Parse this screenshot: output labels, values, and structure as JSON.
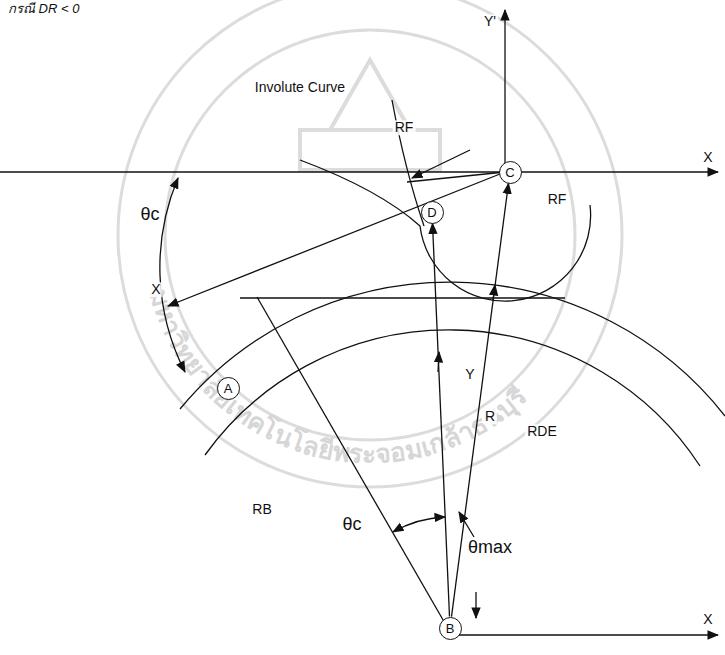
{
  "diagram": {
    "nodes": [
      {
        "text": [
          "C"
        ]
      },
      {
        "text": [
          "D"
        ]
      },
      {
        "text": [
          "A"
        ]
      },
      {
        "text": [
          "B"
        ]
      }
    ],
    "edges": [
      {
        "from": 3,
        "to": 1,
        "arrow": "to"
      },
      {
        "from": 3,
        "to": 0,
        "arrow": "to"
      }
    ],
    "labels": [
      "กรณี DR < 0",
      "Involute Curve",
      "RF",
      "X",
      "θc",
      "X",
      "RF",
      "R",
      "RDE",
      "RB",
      "Y",
      "θc",
      "θmax",
      "X",
      "Y'",
      "มหาวิทยาลัยเทคโนโลยีพระจอมเกล้าธนบุรี"
    ]
  }
}
